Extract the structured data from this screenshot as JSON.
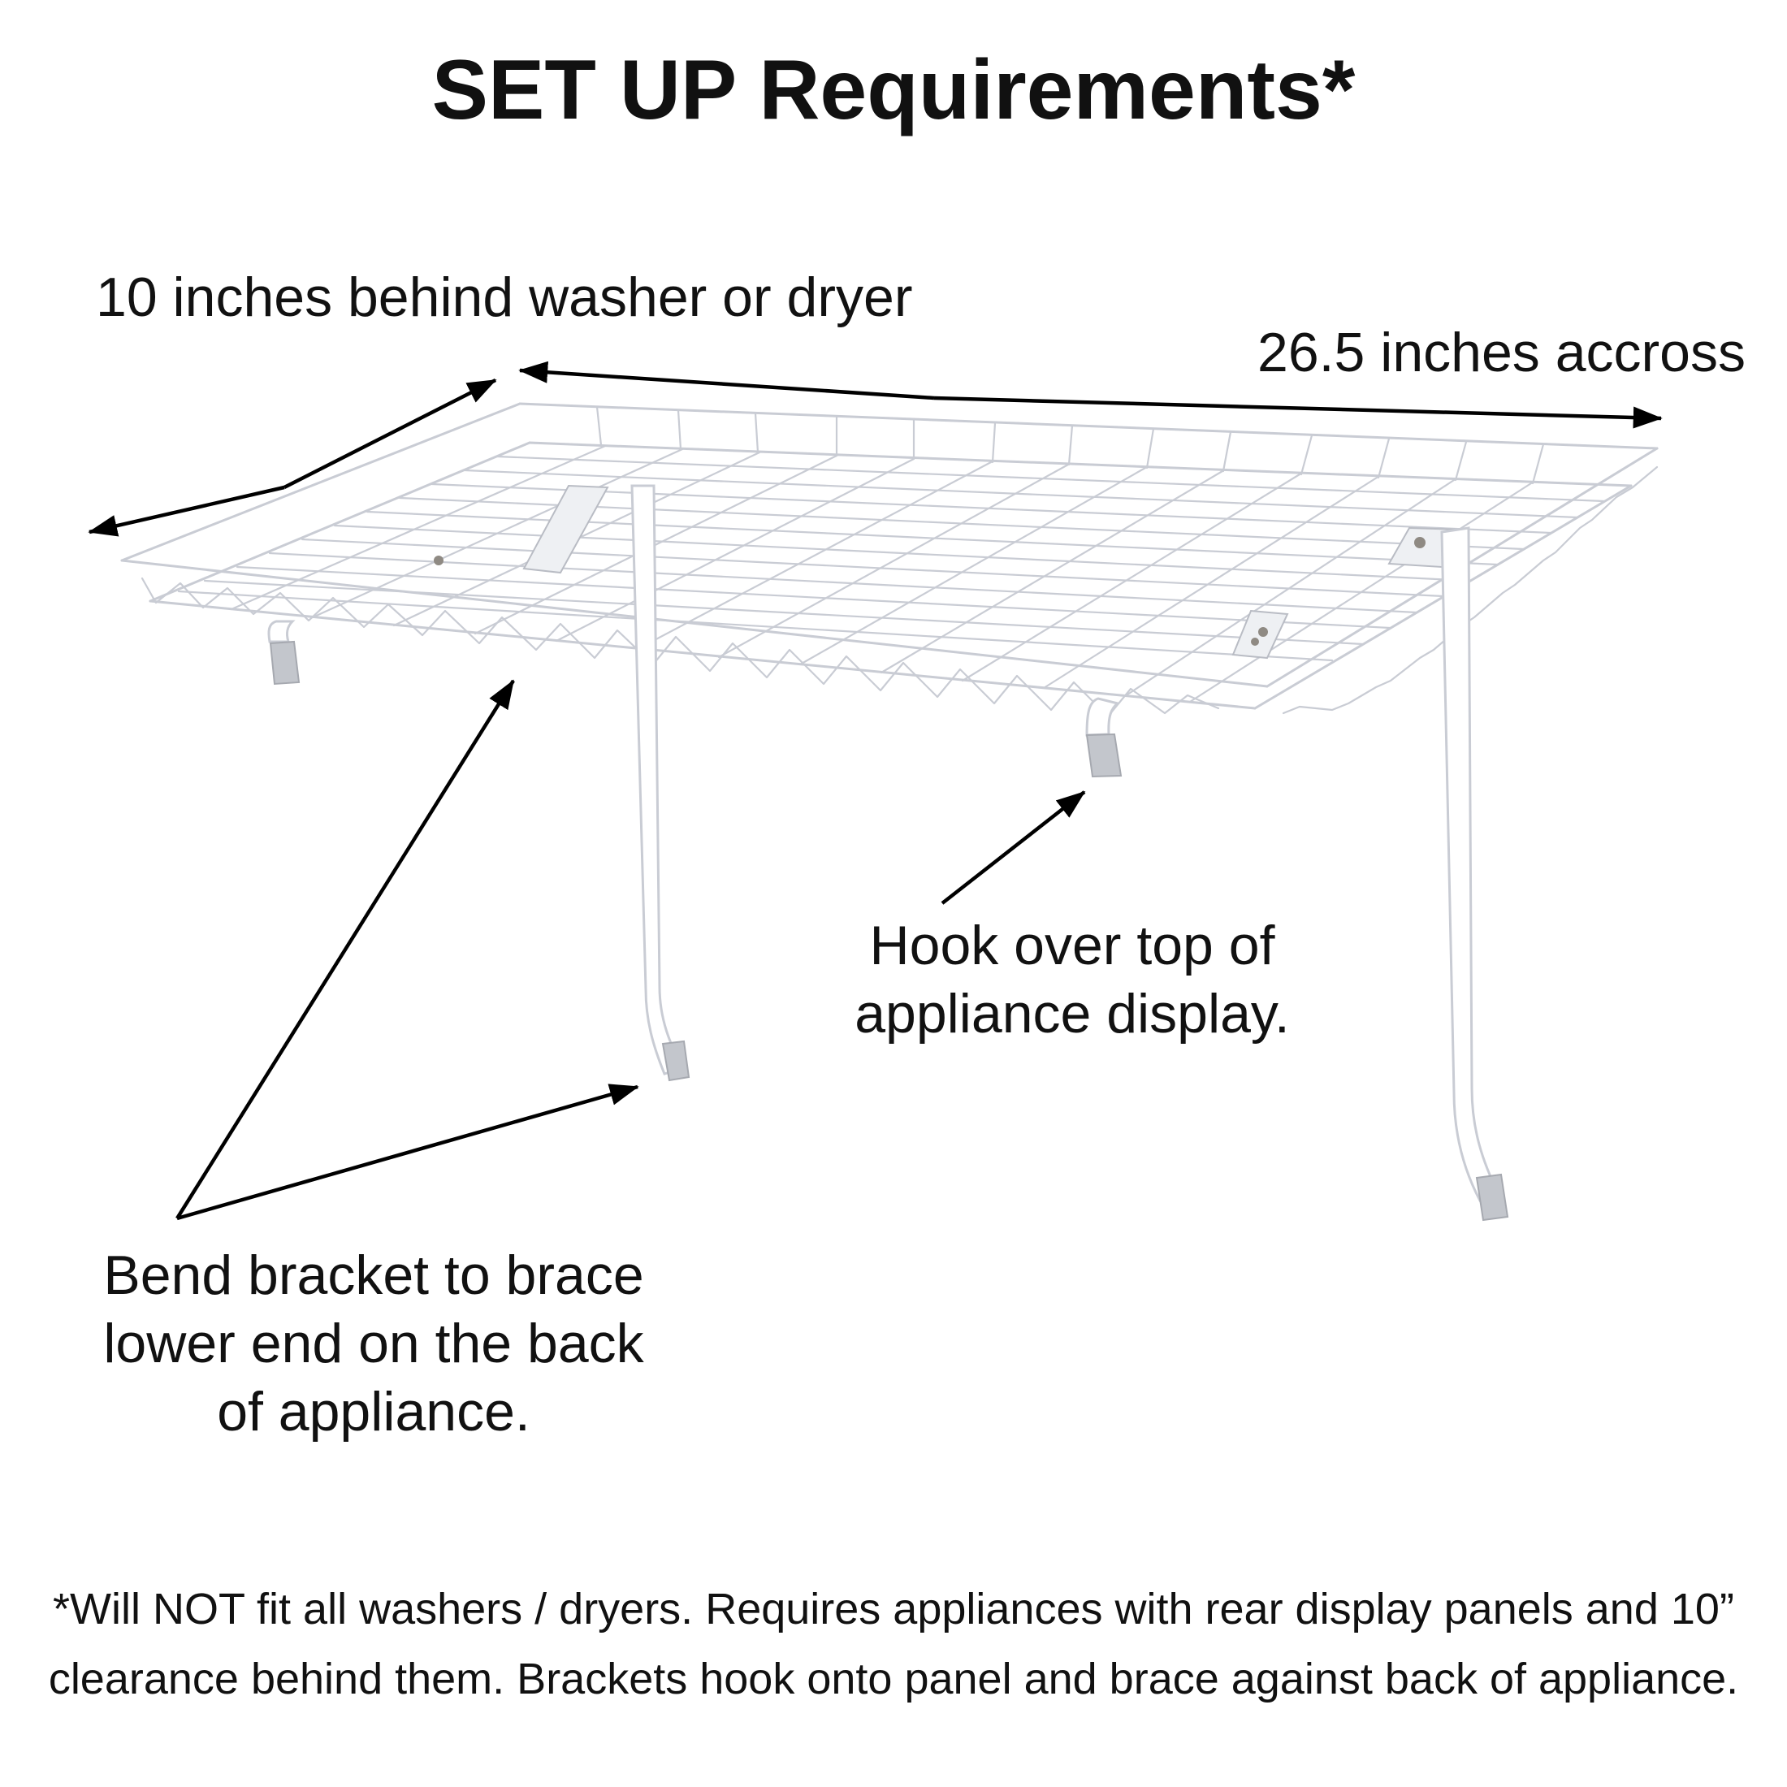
{
  "title": "SET UP Requirements*",
  "labels": {
    "depth": "10 inches behind washer or dryer",
    "width": "26.5 inches accross",
    "hook_line1": "Hook over top of",
    "hook_line2": "appliance display.",
    "bend_line1": "Bend bracket to brace",
    "bend_line2": "lower end on the back",
    "bend_line3": "of appliance."
  },
  "footnote": {
    "line1": "*Will NOT fit all washers / dryers. Requires appliances with rear display panels and 10”",
    "line2": "clearance behind them. Brackets hook onto panel and brace against back of appliance."
  },
  "colors": {
    "text": "#111111",
    "wire": "#c9ccd4",
    "arrow": "#000000"
  }
}
